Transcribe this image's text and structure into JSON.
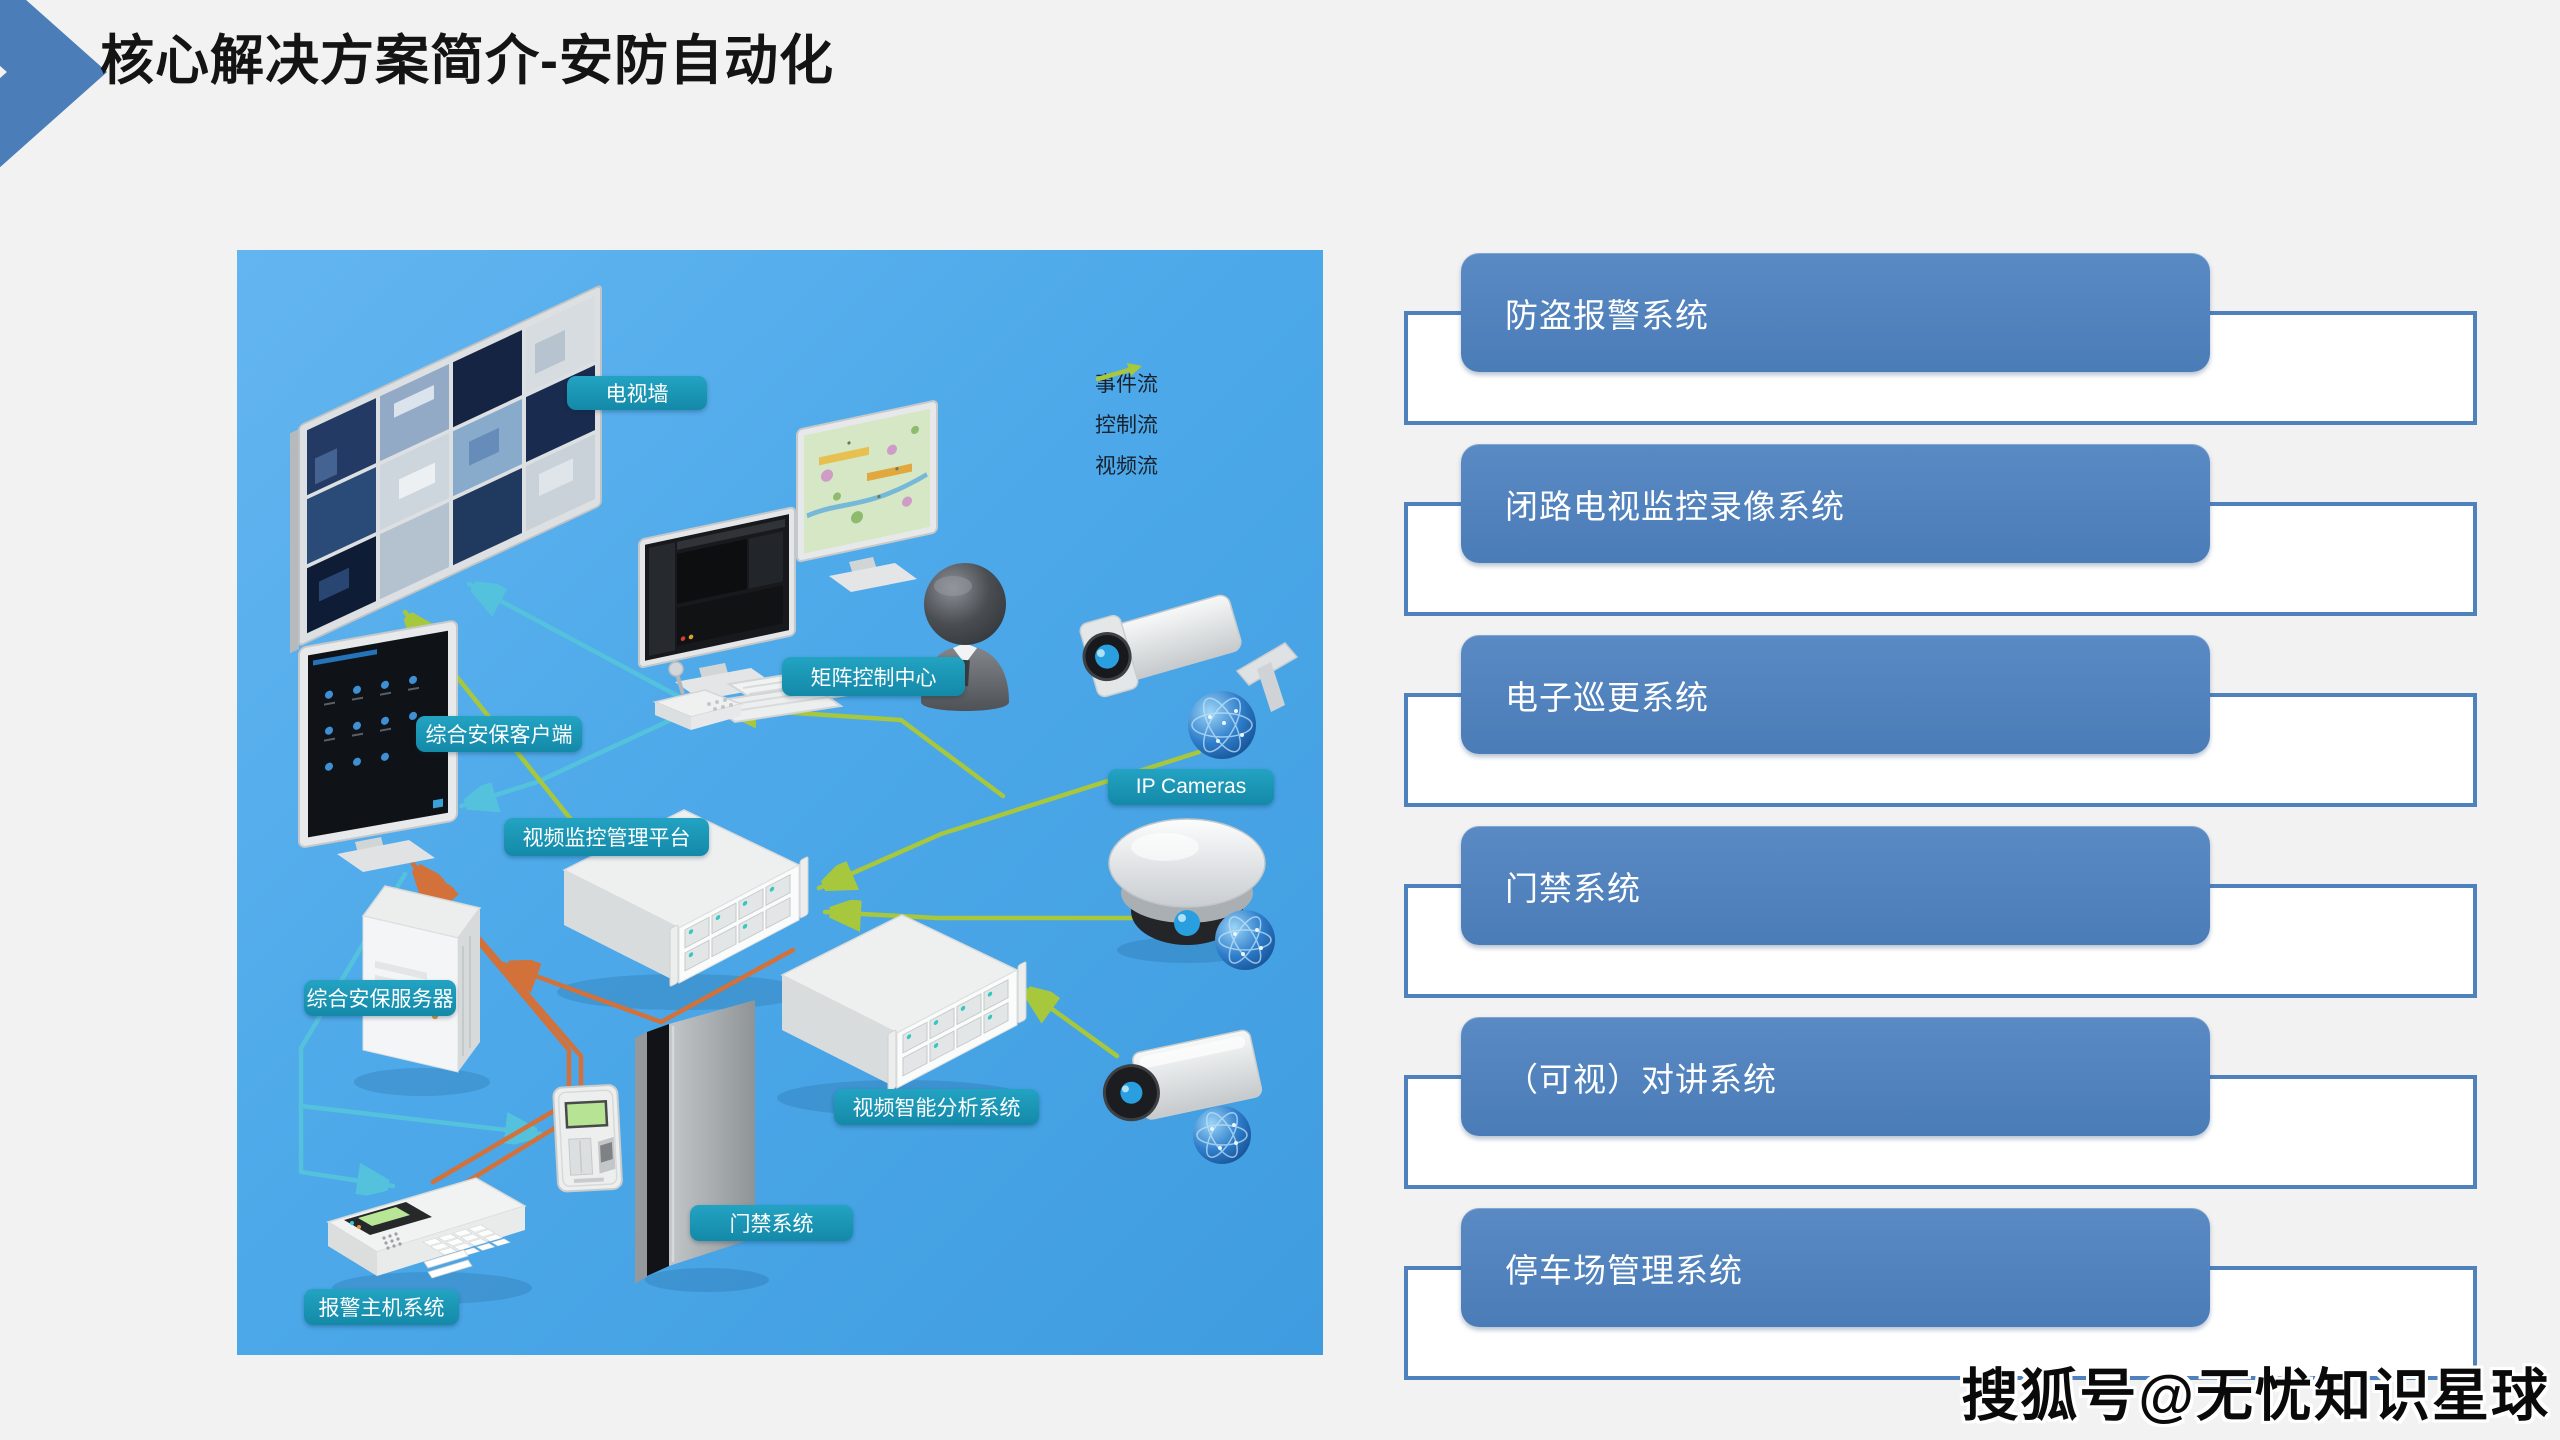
{
  "title": "核心解决方案简介-安防自动化",
  "diagram": {
    "labels": [
      {
        "id": "tv-wall",
        "text": "电视墙"
      },
      {
        "id": "matrix-control-center",
        "text": "矩阵控制中心"
      },
      {
        "id": "security-client",
        "text": "综合安保客户端"
      },
      {
        "id": "video-surveillance-platform",
        "text": "视频监控管理平台"
      },
      {
        "id": "security-server",
        "text": "综合安保服务器"
      },
      {
        "id": "video-analysis-system",
        "text": "视频智能分析系统"
      },
      {
        "id": "access-control-system",
        "text": "门禁系统"
      },
      {
        "id": "alarm-host-system",
        "text": "报警主机系统"
      },
      {
        "id": "ip-cameras",
        "text": "IP Cameras"
      }
    ],
    "legend": [
      {
        "id": "event-flow",
        "text": "事件流",
        "color": "#d2713a"
      },
      {
        "id": "control-flow",
        "text": "控制流",
        "color": "#54c2dc"
      },
      {
        "id": "video-flow",
        "text": "视频流",
        "color": "#a7c73c"
      }
    ]
  },
  "systems": [
    "防盗报警系统",
    "闭路电视监控录像系统",
    "电子巡更系统",
    "门禁系统",
    "（可视）对讲系统",
    "停车场管理系统"
  ],
  "watermark": "搜狐号@无忧知识星球",
  "colors": {
    "accent_blue": "#4f81bd",
    "diagram_bg": "#4da9e9",
    "pill_teal": "#1793b4",
    "flow_event": "#d2713a",
    "flow_control": "#54c2dc",
    "flow_video": "#a7c73c"
  }
}
